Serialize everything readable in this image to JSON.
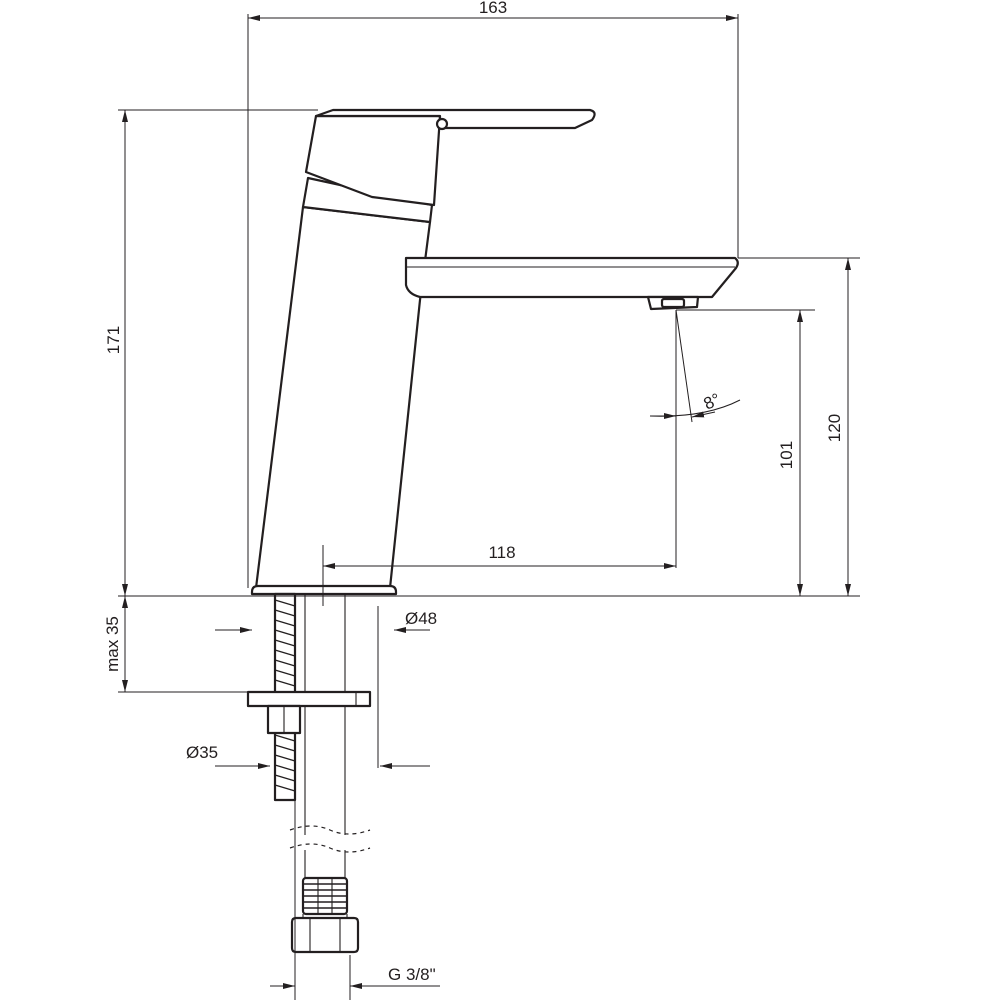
{
  "dimensions": {
    "overall_width": "163",
    "overall_height": "171",
    "spout_outlet_height": "120",
    "outlet_clearance": "101",
    "spout_reach": "118",
    "base_diameter": "Ø48",
    "hole_diameter": "Ø35",
    "max_deck_thickness": "max 35",
    "spray_angle": "8°",
    "connection_thread": "G 3/8\""
  }
}
